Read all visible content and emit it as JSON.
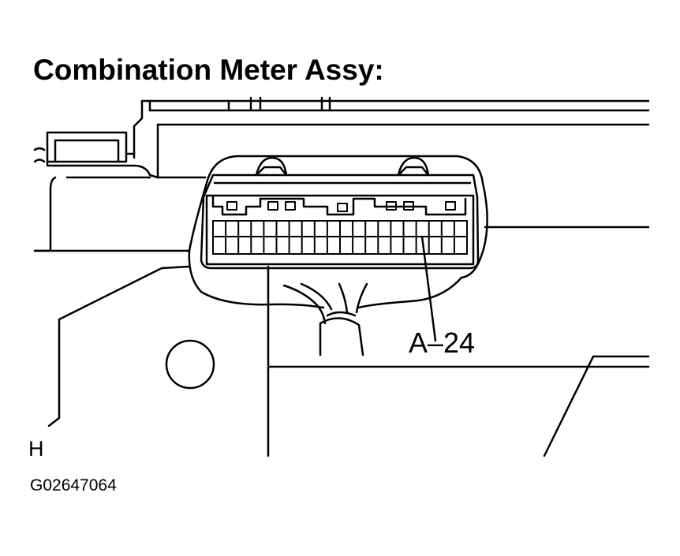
{
  "title": "Combination Meter Assy:",
  "connector_label": "A–24",
  "view_letter": "H",
  "figure_code": "G02647064",
  "connector": {
    "terminal_columns": 20
  },
  "colors": {
    "ink": "#000000",
    "background": "#ffffff"
  }
}
